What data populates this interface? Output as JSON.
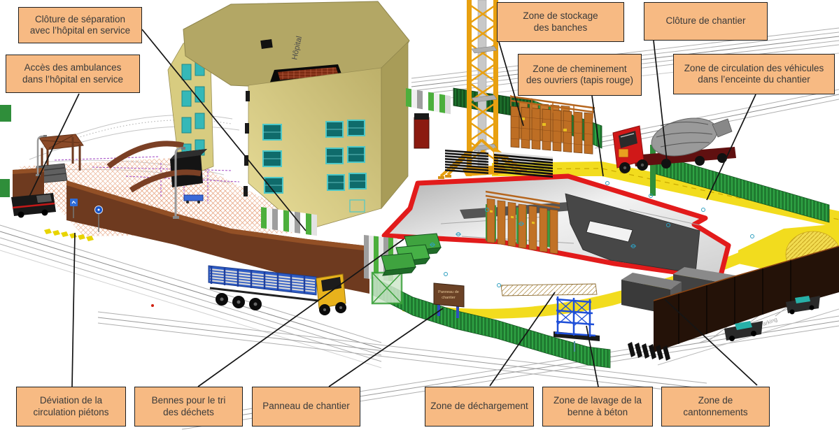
{
  "figure": {
    "description_labels_language": "fr",
    "colors": {
      "label_fill": "#F7BA83",
      "label_border": "#1F1F1F",
      "label_text": "#3A3A3A",
      "leader_line": "#151515",
      "slab_border_red": "#E21B1B",
      "circulation_yellow": "#F2DC1E",
      "fence_green": "#2F9E3A",
      "crane_yellow": "#E8A010",
      "formwork_orange": "#C17226",
      "separation_wall_brown": "#6E3A1F",
      "building_tan": "#B3A765",
      "window_teal": "#4DC8C8"
    }
  },
  "labels": [
    {
      "id": "cloture-separation",
      "text": "Clôture de séparation\navec l’hôpital en service"
    },
    {
      "id": "acces-ambulances",
      "text": "Accès des ambulances\ndans l’hôpital en service"
    },
    {
      "id": "zone-stockage-banches",
      "text": "Zone de stockage\ndes banches"
    },
    {
      "id": "cloture-chantier",
      "text": "Clôture de chantier"
    },
    {
      "id": "zone-cheminement",
      "text": "Zone de cheminement\ndes ouvriers (tapis rouge)"
    },
    {
      "id": "zone-circulation",
      "text": "Zone de circulation des véhicules\ndans l’enceinte du chantier"
    },
    {
      "id": "deviation-pietons",
      "text": "Déviation de la\ncirculation piétons"
    },
    {
      "id": "bennes-tri",
      "text": "Bennes pour le tri\ndes déchets"
    },
    {
      "id": "panneau-chantier",
      "text": "Panneau de chantier"
    },
    {
      "id": "zone-dechargement",
      "text": "Zone de déchargement"
    },
    {
      "id": "zone-lavage",
      "text": "Zone de lavage de la\nbenne à béton"
    },
    {
      "id": "zone-cantonnements",
      "text": "Zone de\ncantonnements"
    }
  ],
  "scene": {
    "hospital_roof_text": "Hôpital",
    "site_sign_line1": "Panneau de",
    "site_sign_line2": "chantier",
    "parking_ground_text": "Parking"
  }
}
